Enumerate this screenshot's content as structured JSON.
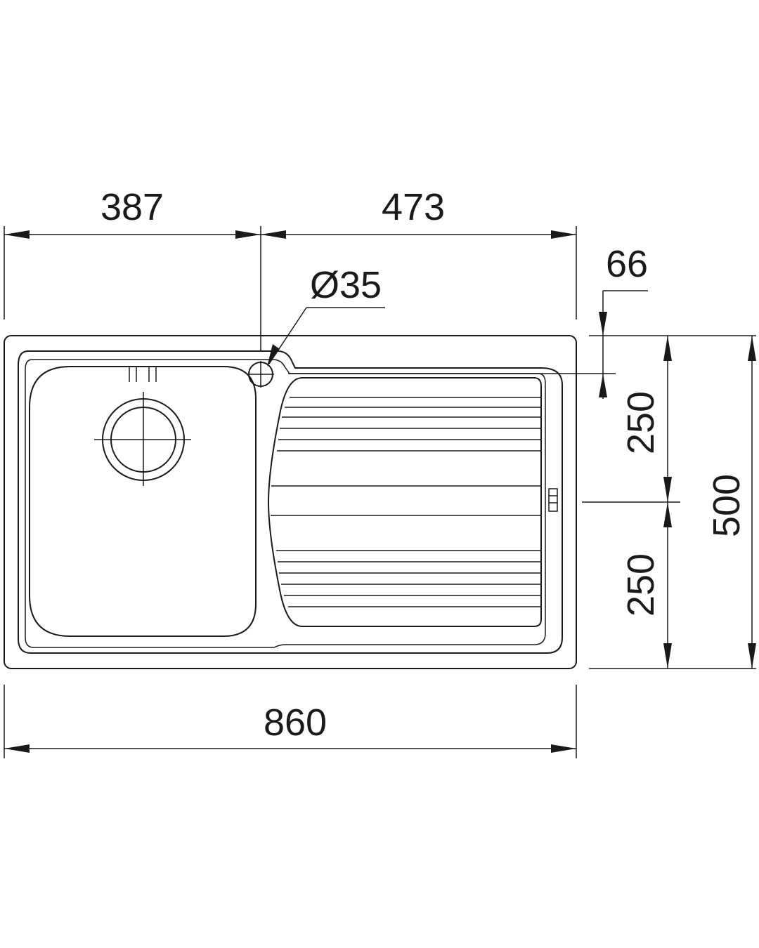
{
  "dimensions": {
    "left_bowl_width": "387",
    "right_drainer_width": "473",
    "tap_hole_diameter": "Ø35",
    "tap_hole_offset": "66",
    "upper_half_depth": "250",
    "lower_half_depth": "250",
    "total_depth": "500",
    "total_width": "860"
  },
  "colors": {
    "line": "#1a1a1a",
    "background": "#ffffff"
  }
}
